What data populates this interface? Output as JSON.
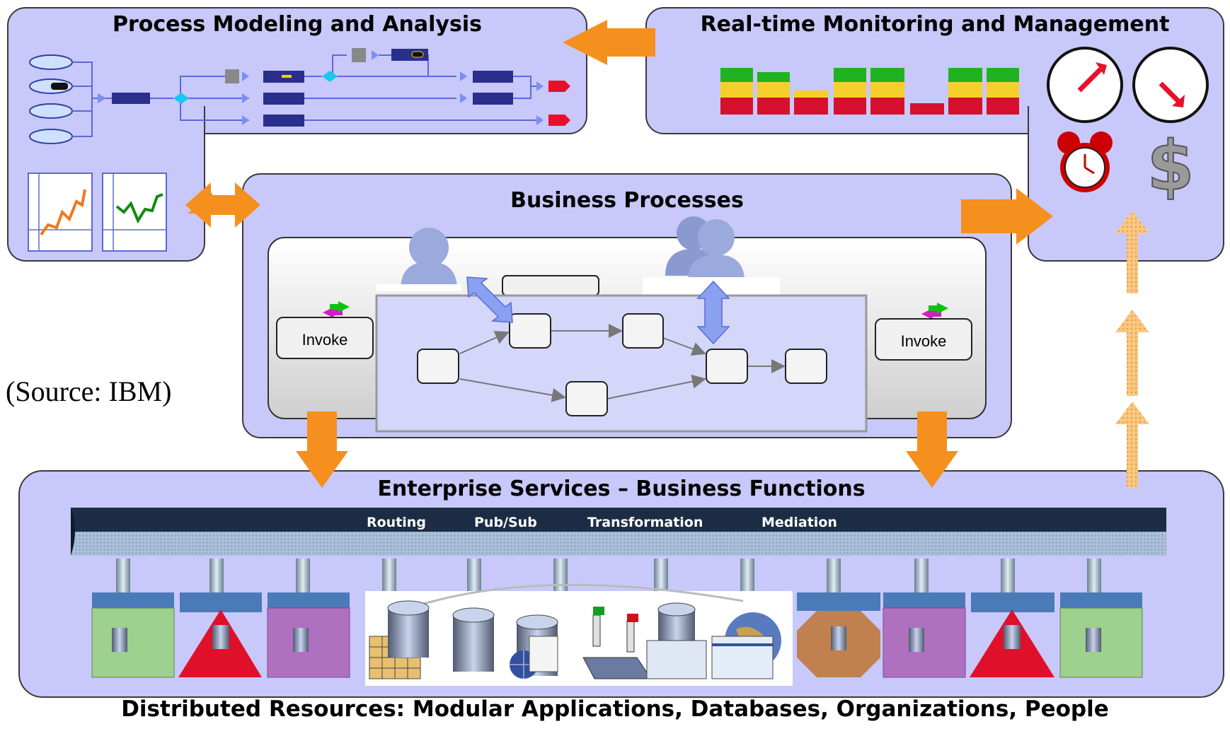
{
  "panels": {
    "modeling_title": "Process Modeling and Analysis",
    "monitoring_title": "Real-time Monitoring and Management",
    "business_title": "Business Processes",
    "enterprise_title": "Enterprise Services – Business Functions"
  },
  "invoke_labels": [
    "Invoke",
    "Invoke"
  ],
  "bus_labels": [
    "Routing",
    "Pub/Sub",
    "Transformation",
    "Mediation"
  ],
  "source_note": "(Source: IBM)",
  "footer": "Distributed Resources: Modular Applications, Databases, Organizations, People",
  "colors": {
    "panel": "#c8c8fa",
    "arrow": "#f5901e",
    "bar_green": "#21b221",
    "bar_yellow": "#f6d02a",
    "bar_red": "#d7102e",
    "bus": "#1c2c44"
  },
  "icons": [
    "clock-icon",
    "alarm-clock-icon",
    "dollar-icon",
    "person-icon",
    "database-icon",
    "globe-icon"
  ]
}
